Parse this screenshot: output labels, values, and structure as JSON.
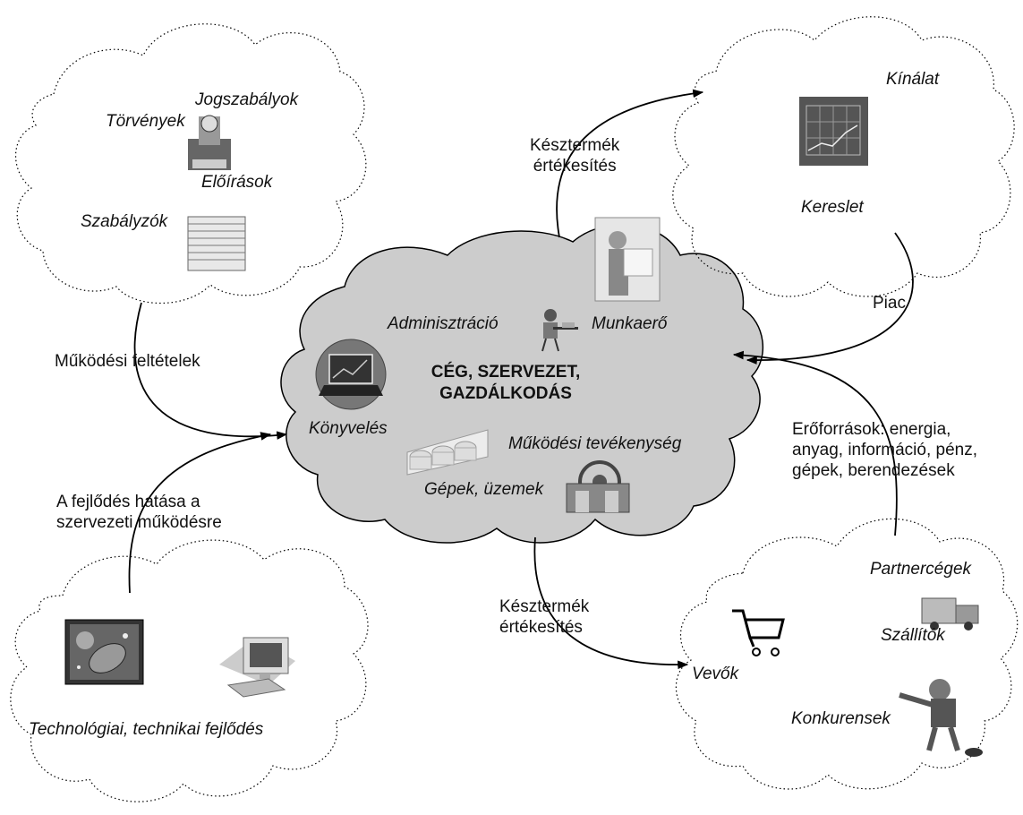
{
  "center": {
    "title": "CÉG, SZERVEZET,\nGAZDÁLKODÁS",
    "labels": {
      "administration": "Adminisztráció",
      "workforce": "Munkaerő",
      "accounting": "Könyvelés",
      "operations": "Működési tevékenység",
      "machines": "Gépek, üzemek"
    }
  },
  "clouds": {
    "regulations": {
      "laws": "Törvények",
      "legal_rules": "Jogszabályok",
      "prescriptions": "Előírások",
      "policies": "Szabályzók"
    },
    "market": {
      "supply": "Kínálat",
      "demand": "Kereslet"
    },
    "technology": {
      "caption": "Technológiai, technikai fejlődés"
    },
    "partners": {
      "partner_firms": "Partnercégek",
      "suppliers": "Szállítók",
      "buyers": "Vevők",
      "competitors": "Konkurensek"
    }
  },
  "arrows": {
    "sales_top": "Késztermék\nértékesítés",
    "market": "Piac",
    "operating_conditions": "Működési feltételek",
    "development_impact": "A fejlődés hatása a\nszervezeti működésre",
    "resources": "Erőforrások: energia,\nanyag, információ, pénz,\ngépek, berendezések",
    "sales_bottom": "Késztermék\nértékesítés"
  },
  "colors": {
    "center_fill": "#cccccc",
    "stroke": "#000000"
  }
}
